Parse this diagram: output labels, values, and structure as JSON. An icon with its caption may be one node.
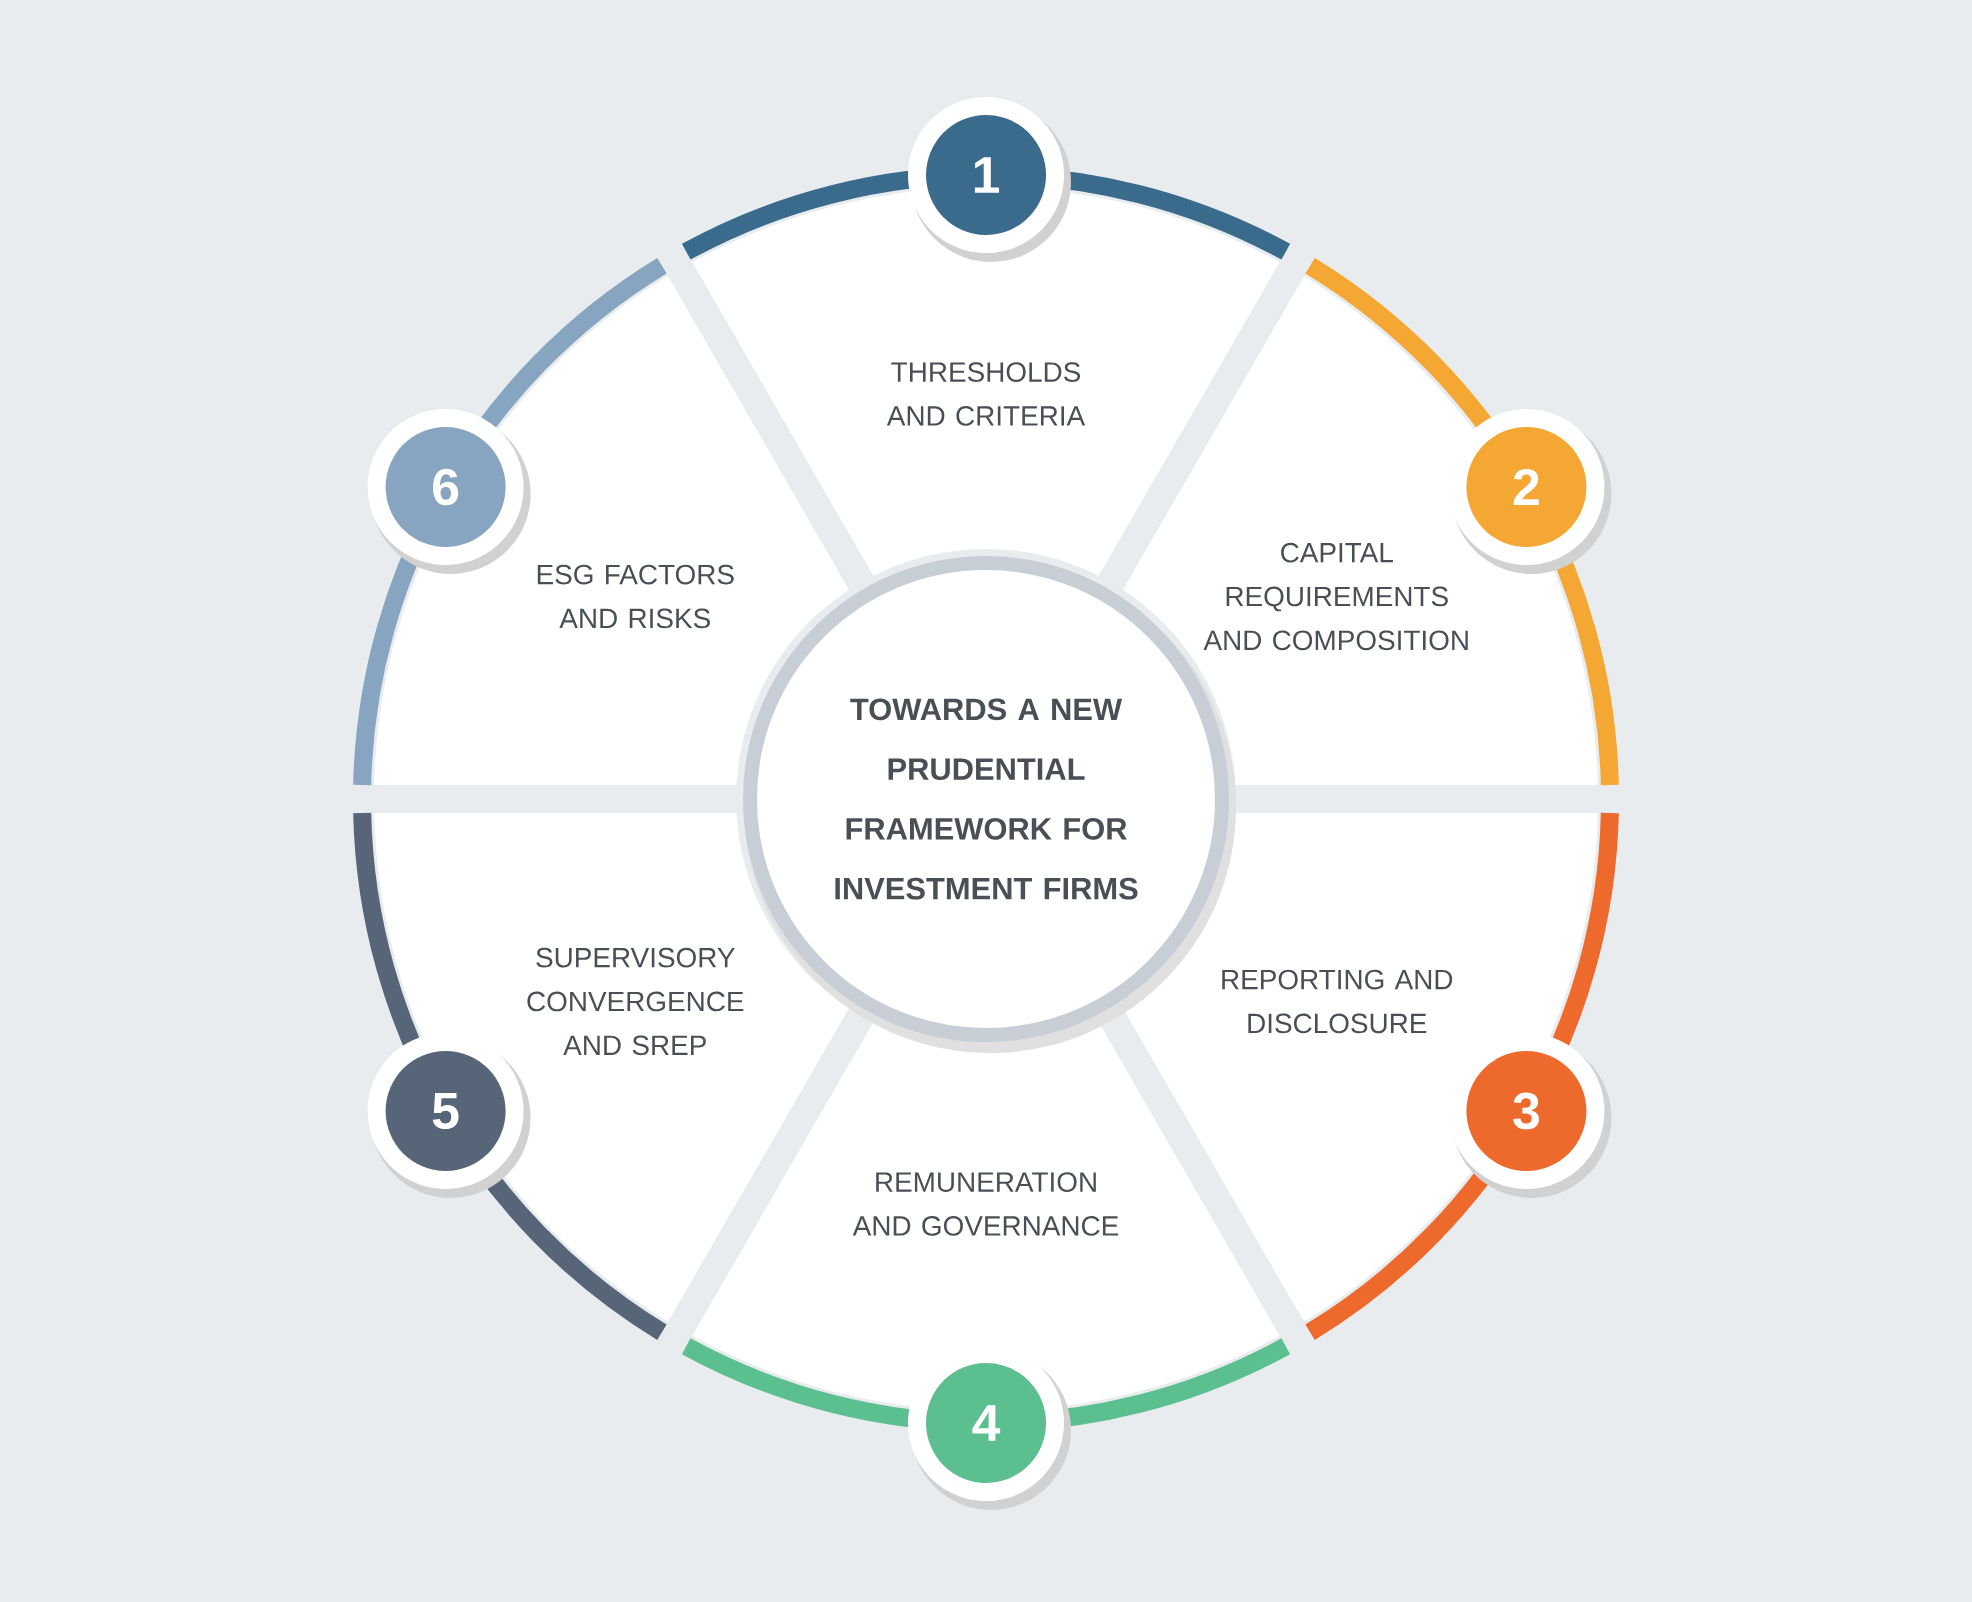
{
  "diagram": {
    "nodes": [
      {
        "text": [
          "TOWARDS A NEW PRUDENTIAL FRAMEWORK FOR INVESTMENT FIRMS"
        ]
      },
      {
        "text": [
          "1"
        ]
      },
      {
        "text": [
          "THRESHOLDS AND CRITERIA"
        ]
      },
      {
        "text": [
          "2"
        ]
      },
      {
        "text": [
          "CAPITAL REQUIREMENTS AND COMPOSITION"
        ]
      },
      {
        "text": [
          "3"
        ]
      },
      {
        "text": [
          "REPORTING AND DISCLOSURE"
        ]
      },
      {
        "text": [
          "4"
        ]
      },
      {
        "text": [
          "REMUNERATION AND GOVERNANCE"
        ]
      },
      {
        "text": [
          "5"
        ]
      },
      {
        "text": [
          "SUPERVISORY CONVERGENCE AND SREP"
        ]
      },
      {
        "text": [
          "6"
        ]
      },
      {
        "text": [
          "ESG FACTORS AND RISKS"
        ]
      }
    ]
  }
}
